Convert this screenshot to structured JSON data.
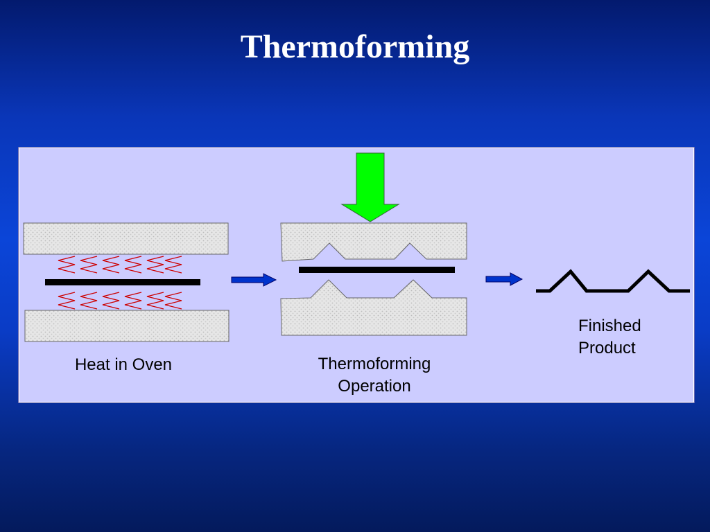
{
  "slide": {
    "title": "Thermoforming"
  },
  "diagram": {
    "stages": [
      {
        "caption": "Heat in Oven"
      },
      {
        "caption": "Thermoforming\nOperation"
      },
      {
        "caption": "Finished\nProduct"
      }
    ]
  },
  "colors": {
    "panel": "#ccccff",
    "press_arrow": "#00ff00",
    "flow_arrow": "#0033cc",
    "heat_waves": "#cc0000",
    "sheet": "#000000",
    "mold": "#e4e4e4"
  }
}
